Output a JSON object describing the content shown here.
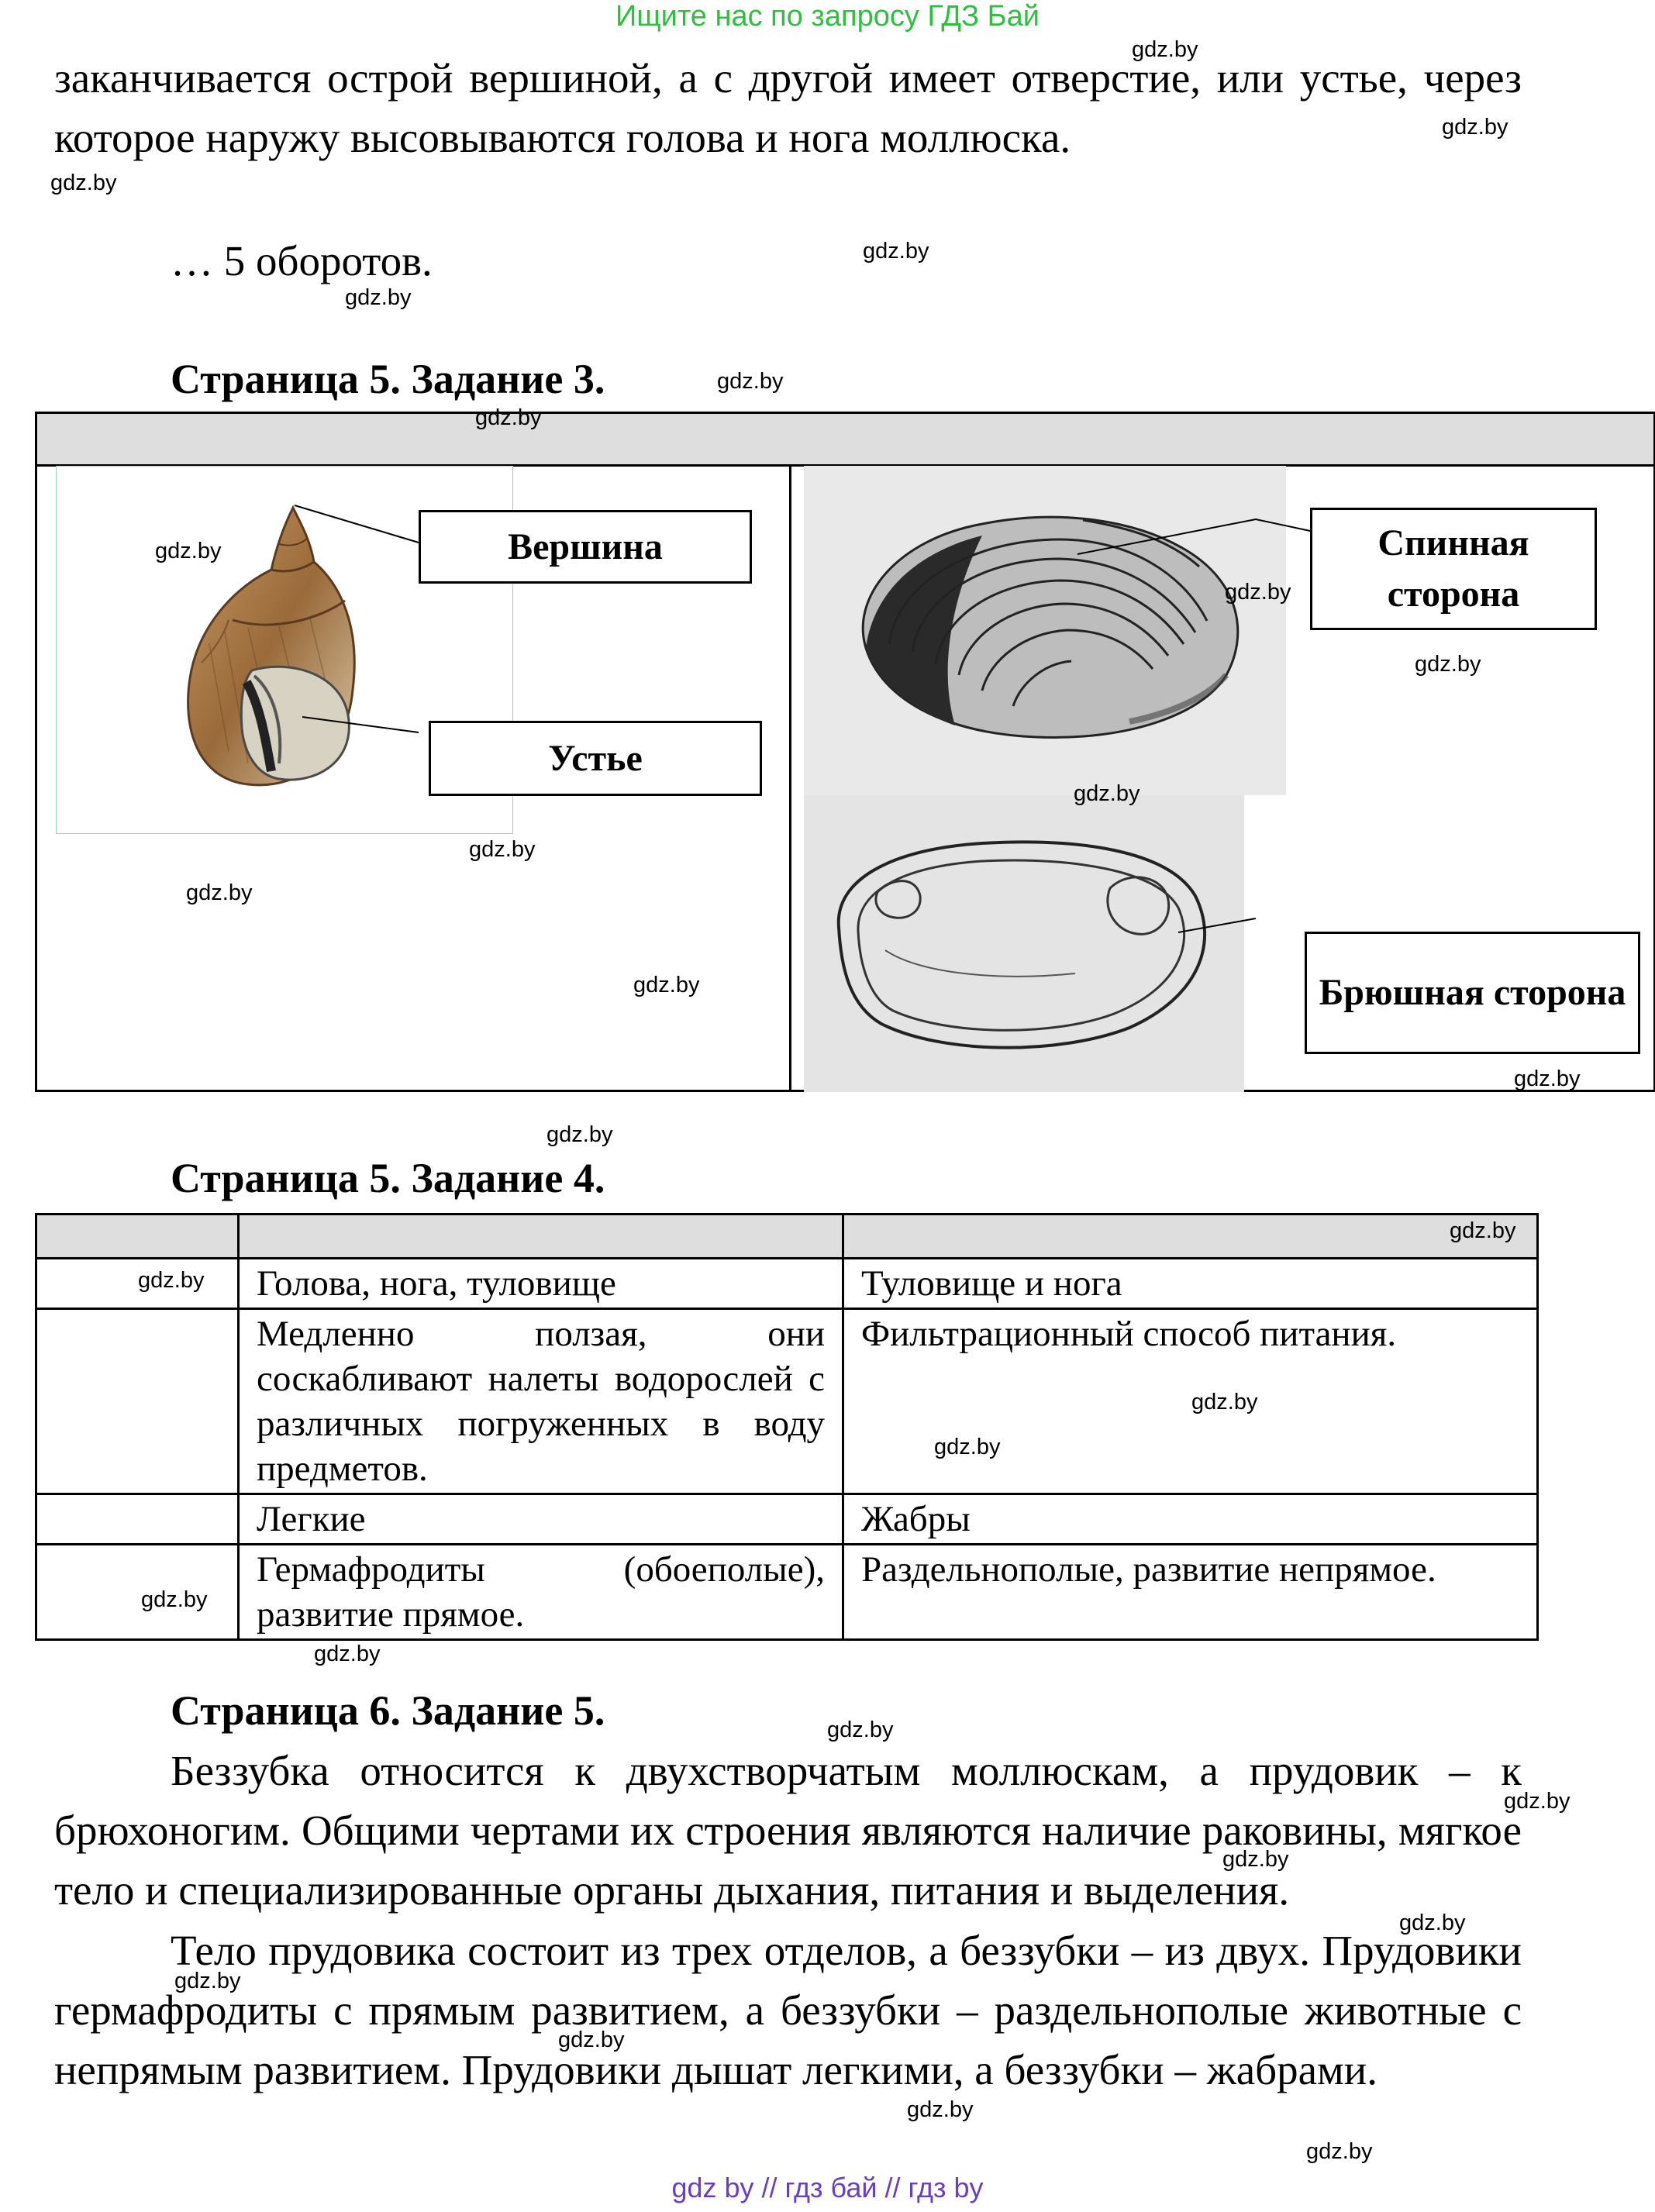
{
  "banner": "Ищите нас по запросу ГДЗ Бай",
  "intro": {
    "paragraph": "заканчивается острой вершиной, а с другой имеет отверстие, или устье, через которое наружу высовываются голова и нога моллюска.",
    "turns": "… 5 оборотов."
  },
  "task3": {
    "heading": "Страница 5. Задание 3.",
    "snail_labels": {
      "apex": "Вершина",
      "aperture": "Устье"
    },
    "mussel_labels": {
      "dorsal": "Спинная сторона",
      "ventral": "Брюшная сторона"
    }
  },
  "task4": {
    "heading": "Страница 5. Задание 4.",
    "rows": [
      {
        "col1": "Голова, нога, туловище",
        "col2": "Туловище и нога"
      },
      {
        "col1": "Медленно ползая, они соскабливают налеты водорослей с различных погруженных в воду предметов.",
        "col2": "Фильтрационный способ питания."
      },
      {
        "col1": "Легкие",
        "col2": "Жабры"
      },
      {
        "col1": "Гермафродиты (обоеполые), развитие прямое.",
        "col2": "Раздельнополые, развитие непрямое."
      }
    ]
  },
  "task5": {
    "heading": "Страница 6. Задание 5.",
    "p1": "Беззубка относится к двухстворчатым моллюскам, а прудовик – к брюхоногим. Общими чертами их строения являются наличие раковины, мягкое тело и специализированные органы дыхания, питания и выделения.",
    "p2": "Тело прудовика состоит из трех отделов, а беззубки – из двух. Прудовики гермафродиты с прямым развитием, а беззубки – раздельнополые животные с непрямым развитием. Прудовики дышат легкими, а беззубки – жабрами."
  },
  "watermark": "gdz.by",
  "footer": "gdz by  //  гдз бай  //  гдз by",
  "colors": {
    "banner": "#2fbf3f",
    "footer": "#6a3fbf",
    "table_header": "#dedede"
  }
}
